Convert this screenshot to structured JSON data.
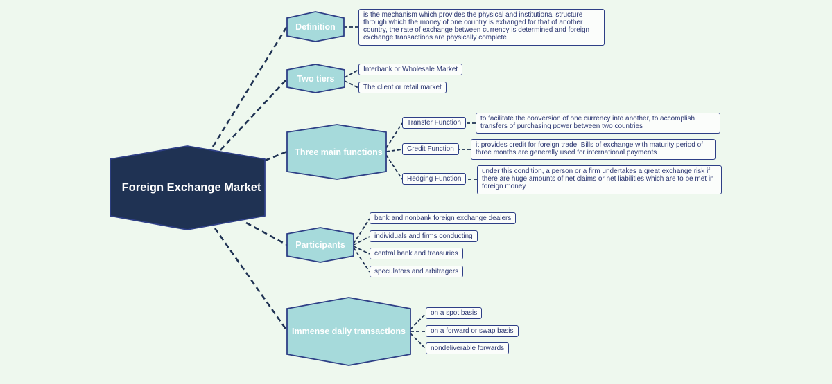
{
  "colors": {
    "background": "#eef8ee",
    "root_fill": "#1f3253",
    "branch_fill": "#a6dadb",
    "line": "#1f3253",
    "leaf_border": "#2e3f86"
  },
  "root": {
    "label": "Foreign Exchange Market"
  },
  "branches": {
    "definition": {
      "label": "Definition",
      "text": "is the mechanism which provides the physical and institutional structure through which the money of one country is exhanged for that of another country, the rate of exchange between currency is determined and foreign exchange transactions are physically complete"
    },
    "two_tiers": {
      "label": "Two tiers",
      "items": [
        "Interbank or Wholesale Market",
        "The client or retail market"
      ]
    },
    "functions": {
      "label": "Three main functions",
      "items": [
        {
          "label": "Transfer Function",
          "detail": "to facilitate the conversion of one currency into another, to accomplish transfers of purchasing power between two countries"
        },
        {
          "label": "Credit Function",
          "detail": "it provides credit for foreign trade. Bills of exchange with maturity period of three months are generally used for international payments"
        },
        {
          "label": "Hedging Function",
          "detail": "under this condition, a person or a firm undertakes a great exchange risk if there are huge amounts of net claims or net liabilities which are to be met in foreign money"
        }
      ]
    },
    "participants": {
      "label": "Participants",
      "items": [
        "bank and nonbank foreign exchange dealers",
        "individuals and firms conducting",
        "central bank and treasuries",
        "speculators and arbitragers"
      ]
    },
    "transactions": {
      "label": "Immense daily transactions",
      "items": [
        "on a spot basis",
        "on a forward or swap basis",
        "nondeliverable forwards"
      ]
    }
  }
}
